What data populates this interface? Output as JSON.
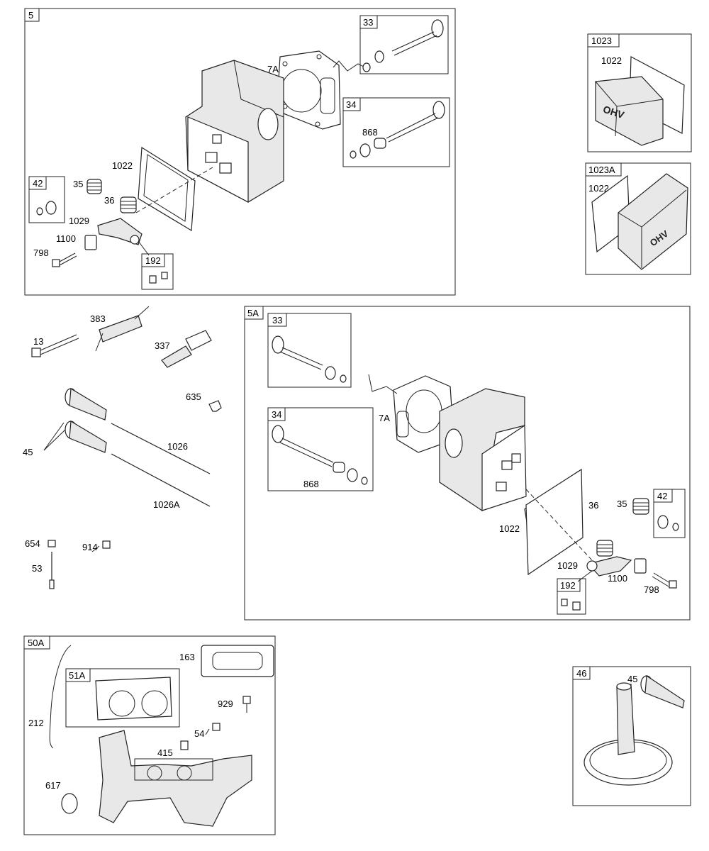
{
  "sections": {
    "head_a": "5",
    "head_b": "5A",
    "cover_1023": "1023",
    "cover_1023a": "1023A",
    "intake": "50A",
    "gasket_51a": "51A",
    "cam_46": "46"
  },
  "boxes": {
    "b33": "33",
    "b34": "34",
    "b42": "42",
    "b192": "192",
    "b33b": "33",
    "b34b": "34",
    "b42b": "42",
    "b192b": "192"
  },
  "labels": {
    "s5_7a": "7A",
    "s5_868": "868",
    "s5_1022": "1022",
    "s5_35": "35",
    "s5_36": "36",
    "s5_1029": "1029",
    "s5_1100": "1100",
    "s5_798": "798",
    "c1_1022": "1022",
    "c2_1022": "1022",
    "l_383": "383",
    "l_13": "13",
    "l_337": "337",
    "l_635": "635",
    "l_45": "45",
    "l_1026": "1026",
    "l_1026a": "1026A",
    "l_654": "654",
    "l_914": "914",
    "l_53": "53",
    "s5a_7a": "7A",
    "s5a_868": "868",
    "s5a_1022": "1022",
    "s5a_36": "36",
    "s5a_35": "35",
    "s5a_1029": "1029",
    "s5a_1100": "1100",
    "s5a_798": "798",
    "i_163": "163",
    "i_929": "929",
    "i_54": "54",
    "i_212": "212",
    "i_415": "415",
    "i_617": "617",
    "cam_45": "45"
  },
  "cover_text": "OHV",
  "icons": [
    "cylinder-head",
    "valve",
    "valve-spring",
    "rocker-arm",
    "head-gasket",
    "valve-cover-gasket",
    "valve-cover",
    "bolt",
    "spark-plug",
    "push-rod",
    "tappet",
    "breather-tube",
    "intake-manifold",
    "camshaft-gear",
    "o-ring",
    "nut",
    "screw"
  ],
  "colors": {
    "ink": "#222222",
    "background": "#ffffff",
    "shade": "#e8e8e8"
  }
}
